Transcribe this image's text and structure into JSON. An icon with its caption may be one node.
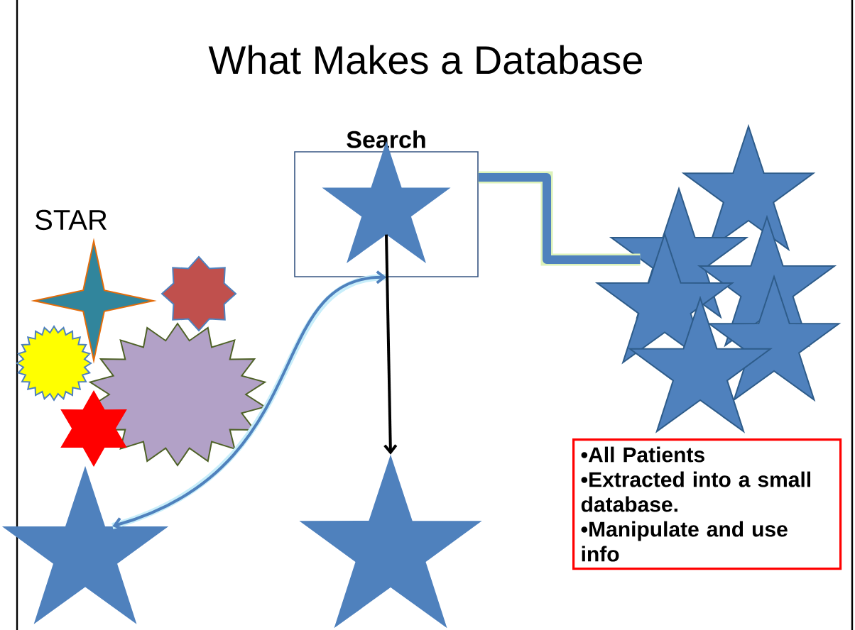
{
  "diagram": {
    "title": "What Makes a Database",
    "nodes": [
      {
        "text": [
          "Search"
        ]
      },
      {
        "text": [],
        "shape": "star",
        "in": 0
      },
      {
        "text": [],
        "shape": "star"
      },
      {
        "text": [],
        "shape": "star"
      },
      {
        "text": [],
        "shape": "star"
      },
      {
        "text": [],
        "shape": "star"
      },
      {
        "text": [],
        "shape": "star"
      },
      {
        "text": [],
        "shape": "star"
      },
      {
        "text": [],
        "shape": "star"
      },
      {
        "text": [],
        "shape": "star"
      },
      {
        "text": [],
        "shape": "sun"
      },
      {
        "text": [],
        "shape": "burst"
      },
      {
        "text": [],
        "shape": "star"
      },
      {
        "text": [],
        "shape": "star"
      },
      {
        "text": [],
        "shape": "star"
      },
      {
        "text": [
          "•All Patients",
          "•Extracted into a small database.",
          "•Manipulate and use info"
        ]
      }
    ],
    "edges": [
      {
        "from": 13,
        "to": 0,
        "arrow": "both"
      },
      {
        "from": 1,
        "to": 14,
        "arrow": "to",
        "color": "#000000"
      },
      {
        "from": 0,
        "to": 3,
        "arrow": "none",
        "style": "thick"
      }
    ],
    "labels": [
      "STAR"
    ]
  }
}
